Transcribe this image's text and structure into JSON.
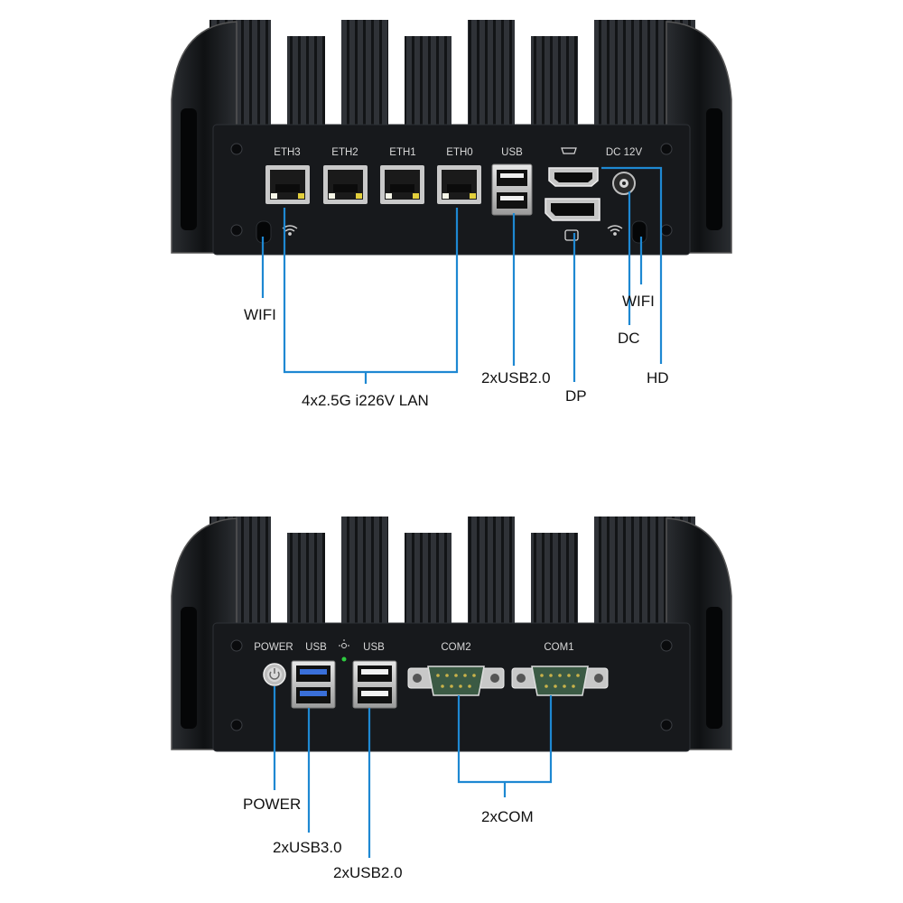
{
  "colors": {
    "leader_line": "#1e88d2",
    "chassis": "#17191c",
    "fins": "#2b2e33",
    "panel_text": "#d8d8d8",
    "callout_text": "#111111"
  },
  "top_panel": {
    "port_labels": {
      "eth3": "ETH3",
      "eth2": "ETH2",
      "eth1": "ETH1",
      "eth0": "ETH0",
      "usb": "USB",
      "dc": "DC 12V"
    },
    "callouts": {
      "wifi_left": "WIFI",
      "lan": "4x2.5G i226V LAN",
      "usb": "2xUSB2.0",
      "dp": "DP",
      "wifi_right": "WIFI",
      "dc": "DC",
      "hd": "HD"
    }
  },
  "bottom_panel": {
    "port_labels": {
      "power": "POWER",
      "usb_a": "USB",
      "usb_b": "USB",
      "com2": "COM2",
      "com1": "COM1"
    },
    "callouts": {
      "power": "POWER",
      "usb3": "2xUSB3.0",
      "usb2": "2xUSB2.0",
      "com": "2xCOM"
    }
  }
}
